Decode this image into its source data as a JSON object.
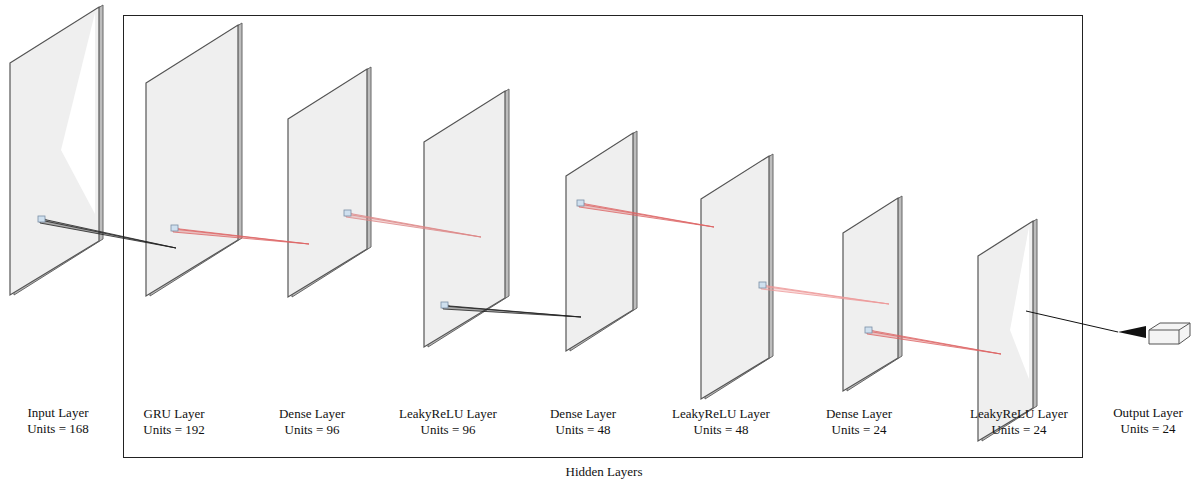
{
  "diagram": {
    "nodes": [
      {
        "text": [
          "Input Layer",
          "Units = 168"
        ]
      },
      {
        "text": [
          "Hidden Layers"
        ]
      },
      {
        "text": [
          "GRU Layer",
          "Units = 192"
        ],
        "in": 1
      },
      {
        "text": [
          "Dense Layer",
          "Units = 96"
        ],
        "in": 1
      },
      {
        "text": [
          "LeakyReLU Layer",
          "Units = 96"
        ],
        "in": 1
      },
      {
        "text": [
          "Dense Layer",
          "Units = 48"
        ],
        "in": 1
      },
      {
        "text": [
          "LeakyReLU Layer",
          "Units = 48"
        ],
        "in": 1
      },
      {
        "text": [
          "Dense Layer",
          "Units = 24"
        ],
        "in": 1
      },
      {
        "text": [
          "LeakyReLU Layer",
          "Units = 24"
        ],
        "in": 1
      },
      {
        "text": [
          "Output Layer",
          "Units = 24"
        ]
      }
    ],
    "edges": [
      {
        "from": 0,
        "to": 2,
        "arrow": "none"
      },
      {
        "from": 2,
        "to": 3,
        "arrow": "none"
      },
      {
        "from": 3,
        "to": 4,
        "arrow": "none"
      },
      {
        "from": 4,
        "to": 5,
        "arrow": "none"
      },
      {
        "from": 5,
        "to": 6,
        "arrow": "none"
      },
      {
        "from": 6,
        "to": 7,
        "arrow": "none"
      },
      {
        "from": 7,
        "to": 8,
        "arrow": "none"
      },
      {
        "from": 8,
        "to": 9,
        "arrow": "none"
      }
    ]
  }
}
